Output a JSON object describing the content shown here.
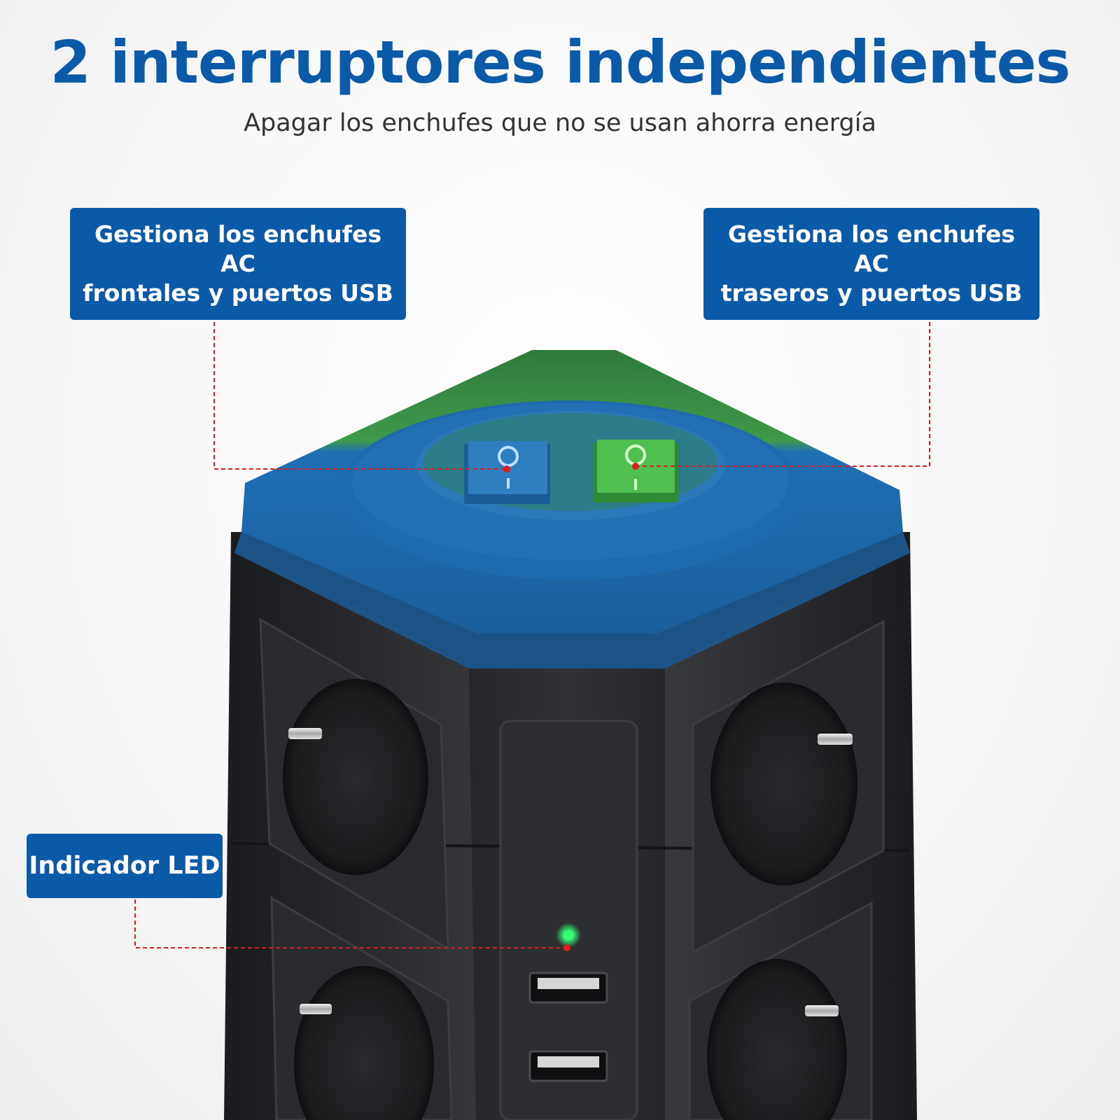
{
  "header": {
    "title": "2 interruptores independientes",
    "subtitle": "Apagar los enchufes que no se usan ahorra energía"
  },
  "callouts": {
    "front_switch": {
      "line1": "Gestiona los enchufes AC",
      "line2": "frontales y puertos USB",
      "highlight_color": "#1f6fb5"
    },
    "rear_switch": {
      "line1": "Gestiona los enchufes AC",
      "line2": "traseros y puertos USB",
      "highlight_color": "#3fae3f"
    },
    "led": {
      "label": "Indicador LED",
      "led_color": "#2ee86a"
    }
  },
  "colors": {
    "brand_blue": "#0a5aa8",
    "leader_line": "#d62020",
    "product_body": "#2a2b2e"
  }
}
